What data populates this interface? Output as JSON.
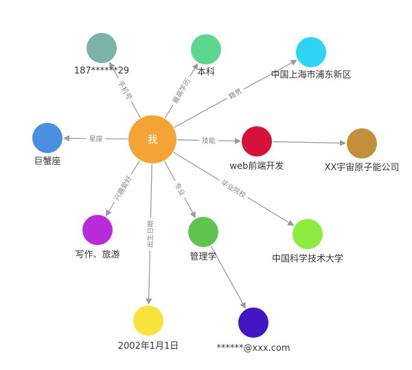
{
  "nodes": {
    "me": {
      "label": "我",
      "color": "#F4A435"
    },
    "phone": {
      "label": "187******29",
      "color": "#7AB3A9"
    },
    "degree": {
      "label": "本科",
      "color": "#5BD88E"
    },
    "hometown": {
      "label": "中国上海市浦东新区",
      "color": "#2DD5F2"
    },
    "zodiac": {
      "label": "巨蟹座",
      "color": "#4A90E2"
    },
    "skill": {
      "label": "web前端开发",
      "color": "#D7123A"
    },
    "company": {
      "label": "XX宇宙原子能公司",
      "color": "#C28F3A"
    },
    "hobby": {
      "label": "写作、旅游",
      "color": "#B82DD9"
    },
    "major": {
      "label": "管理学",
      "color": "#60C44E"
    },
    "school": {
      "label": "中国科学技术大学",
      "color": "#8EEB41"
    },
    "birthday": {
      "label": "2002年1月1日",
      "color": "#F7E33A"
    },
    "email": {
      "label": "******@xxx.com",
      "color": "#4316C4"
    }
  },
  "edges": [
    {
      "from": "me",
      "to": "phone",
      "label": "手机号"
    },
    {
      "from": "me",
      "to": "degree",
      "label": "最高学历"
    },
    {
      "from": "me",
      "to": "hometown",
      "label": "籍贯"
    },
    {
      "from": "me",
      "to": "zodiac",
      "label": "星座"
    },
    {
      "from": "me",
      "to": "skill",
      "label": "技能"
    },
    {
      "from": "skill",
      "to": "company",
      "label": ""
    },
    {
      "from": "me",
      "to": "hobby",
      "label": "兴趣爱好"
    },
    {
      "from": "me",
      "to": "major",
      "label": "专业"
    },
    {
      "from": "me",
      "to": "school",
      "label": "毕业院校"
    },
    {
      "from": "me",
      "to": "birthday",
      "label": "出生日期"
    },
    {
      "from": "major",
      "to": "email",
      "label": ""
    }
  ]
}
